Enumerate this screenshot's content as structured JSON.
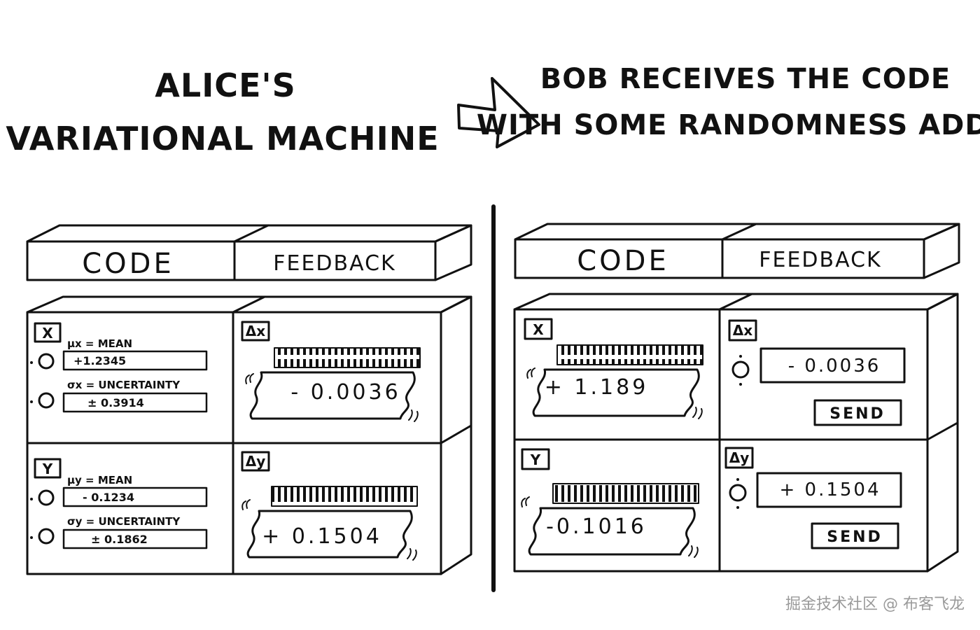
{
  "left_title": {
    "line1": "ALICE'S",
    "line2": "VARIATIONAL MACHINE"
  },
  "right_title": {
    "line1": "BOB RECEIVES THE CODE",
    "line2": "WITH SOME RANDOMNESS ADDED"
  },
  "left_panel": {
    "code_tab": "CODE",
    "feedback_tab": "FEEDBACK",
    "x": {
      "var": "X",
      "mean_label": "μx = MEAN",
      "mean_value": "+1.2345",
      "unc_label": "σx = UNCERTAINTY",
      "unc_value": "± 0.3914",
      "delta": "Δx",
      "feedback_value": "- 0.0036"
    },
    "y": {
      "var": "Y",
      "mean_label": "μy = MEAN",
      "mean_value": "- 0.1234",
      "unc_label": "σy = UNCERTAINTY",
      "unc_value": "± 0.1862",
      "delta": "Δy",
      "feedback_value": "+ 0.1504"
    }
  },
  "right_panel": {
    "code_tab": "CODE",
    "feedback_tab": "FEEDBACK",
    "x": {
      "var": "X",
      "code_value": "+ 1.189",
      "delta": "Δx",
      "feedback_value": "- 0.0036",
      "send_label": "SEND"
    },
    "y": {
      "var": "Y",
      "code_value": "-0.1016",
      "delta": "Δy",
      "feedback_value": "+ 0.1504",
      "send_label": "SEND"
    }
  },
  "watermark": "掘金技术社区 @ 布客飞龙"
}
